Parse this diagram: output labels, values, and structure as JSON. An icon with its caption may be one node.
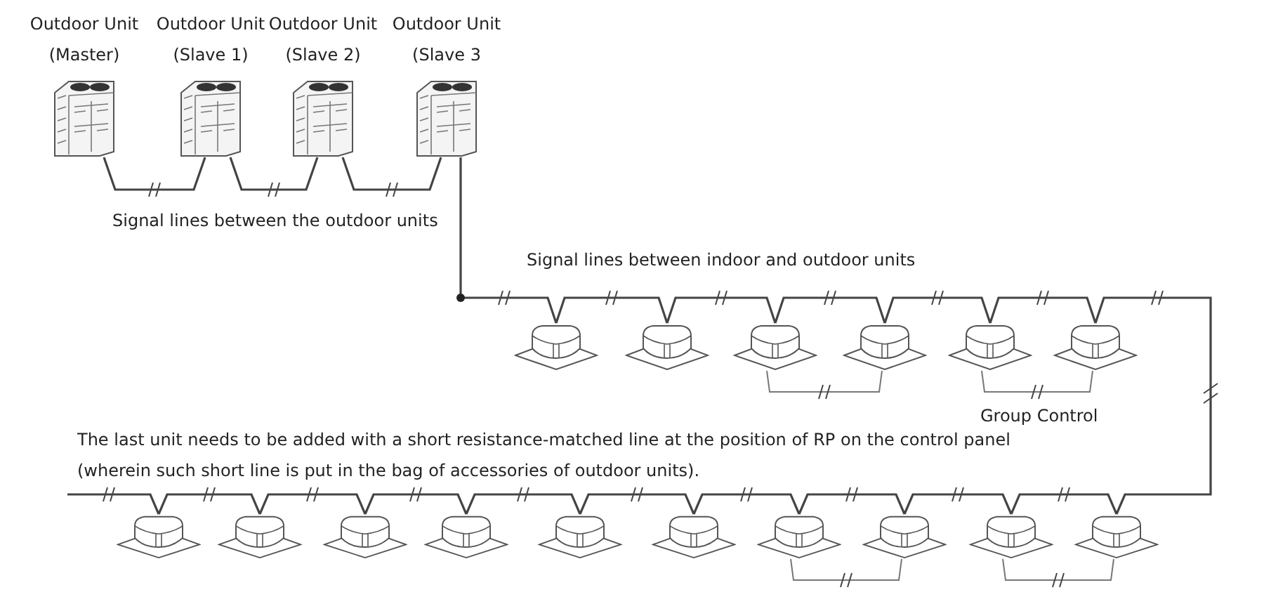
{
  "diagram": {
    "nodes": [
      {
        "text": [
          "Outdoor Unit (Master)"
        ]
      },
      {
        "text": [
          "Outdoor Unit (Slave 1)"
        ]
      },
      {
        "text": [
          "Outdoor Unit (Slave 2)"
        ]
      },
      {
        "text": [
          "Outdoor Unit (Slave 3"
        ]
      },
      {
        "text": [],
        "shape": "picture"
      },
      {
        "text": [],
        "shape": "picture"
      },
      {
        "text": [],
        "shape": "picture"
      },
      {
        "text": [],
        "shape": "picture"
      },
      {
        "text": [],
        "shape": "picture"
      },
      {
        "text": [],
        "shape": "picture"
      },
      {
        "text": [],
        "shape": "picture"
      },
      {
        "text": [],
        "shape": "picture"
      },
      {
        "text": [],
        "shape": "picture"
      },
      {
        "text": [],
        "shape": "picture"
      },
      {
        "text": [],
        "shape": "picture"
      },
      {
        "text": [],
        "shape": "picture"
      },
      {
        "text": [],
        "shape": "picture"
      },
      {
        "text": [],
        "shape": "picture"
      },
      {
        "text": [],
        "shape": "picture"
      },
      {
        "text": [],
        "shape": "picture"
      }
    ],
    "edges": [
      {
        "from": 0,
        "to": 1,
        "arrow": "none"
      },
      {
        "from": 1,
        "to": 2,
        "arrow": "none"
      },
      {
        "from": 2,
        "to": 3,
        "arrow": "none"
      },
      {
        "from": 3,
        "to": 4,
        "arrow": "none"
      },
      {
        "from": 4,
        "to": 5,
        "arrow": "none"
      },
      {
        "from": 5,
        "to": 6,
        "arrow": "none"
      },
      {
        "from": 6,
        "to": 7,
        "arrow": "none"
      },
      {
        "from": 7,
        "to": 8,
        "arrow": "none"
      },
      {
        "from": 8,
        "to": 9,
        "arrow": "none"
      },
      {
        "from": 9,
        "to": 19,
        "arrow": "none"
      },
      {
        "from": 19,
        "to": 18,
        "arrow": "none"
      },
      {
        "from": 18,
        "to": 17,
        "arrow": "none"
      },
      {
        "from": 17,
        "to": 16,
        "arrow": "none"
      },
      {
        "from": 16,
        "to": 15,
        "arrow": "none"
      },
      {
        "from": 15,
        "to": 14,
        "arrow": "none"
      },
      {
        "from": 14,
        "to": 13,
        "arrow": "none"
      },
      {
        "from": 13,
        "to": 12,
        "arrow": "none"
      },
      {
        "from": 12,
        "to": 11,
        "arrow": "none"
      },
      {
        "from": 11,
        "to": 10,
        "arrow": "none"
      },
      {
        "from": 10,
        "to": null,
        "arrow": "none"
      },
      {
        "from": 6,
        "to": 7,
        "arrow": "none",
        "color": "#777777"
      },
      {
        "from": 8,
        "to": 9,
        "arrow": "none",
        "color": "#777777"
      },
      {
        "from": 16,
        "to": 17,
        "arrow": "none",
        "color": "#777777"
      },
      {
        "from": 18,
        "to": 19,
        "arrow": "none",
        "color": "#777777"
      }
    ],
    "labels": [
      "Signal lines between the outdoor units",
      "Signal lines between indoor and outdoor units",
      "Group Control",
      "The last unit needs to be added with a short resistance-matched line at the position of RP on the control panel (wherein such short line is put in the bag of accessories of outdoor units)."
    ]
  }
}
